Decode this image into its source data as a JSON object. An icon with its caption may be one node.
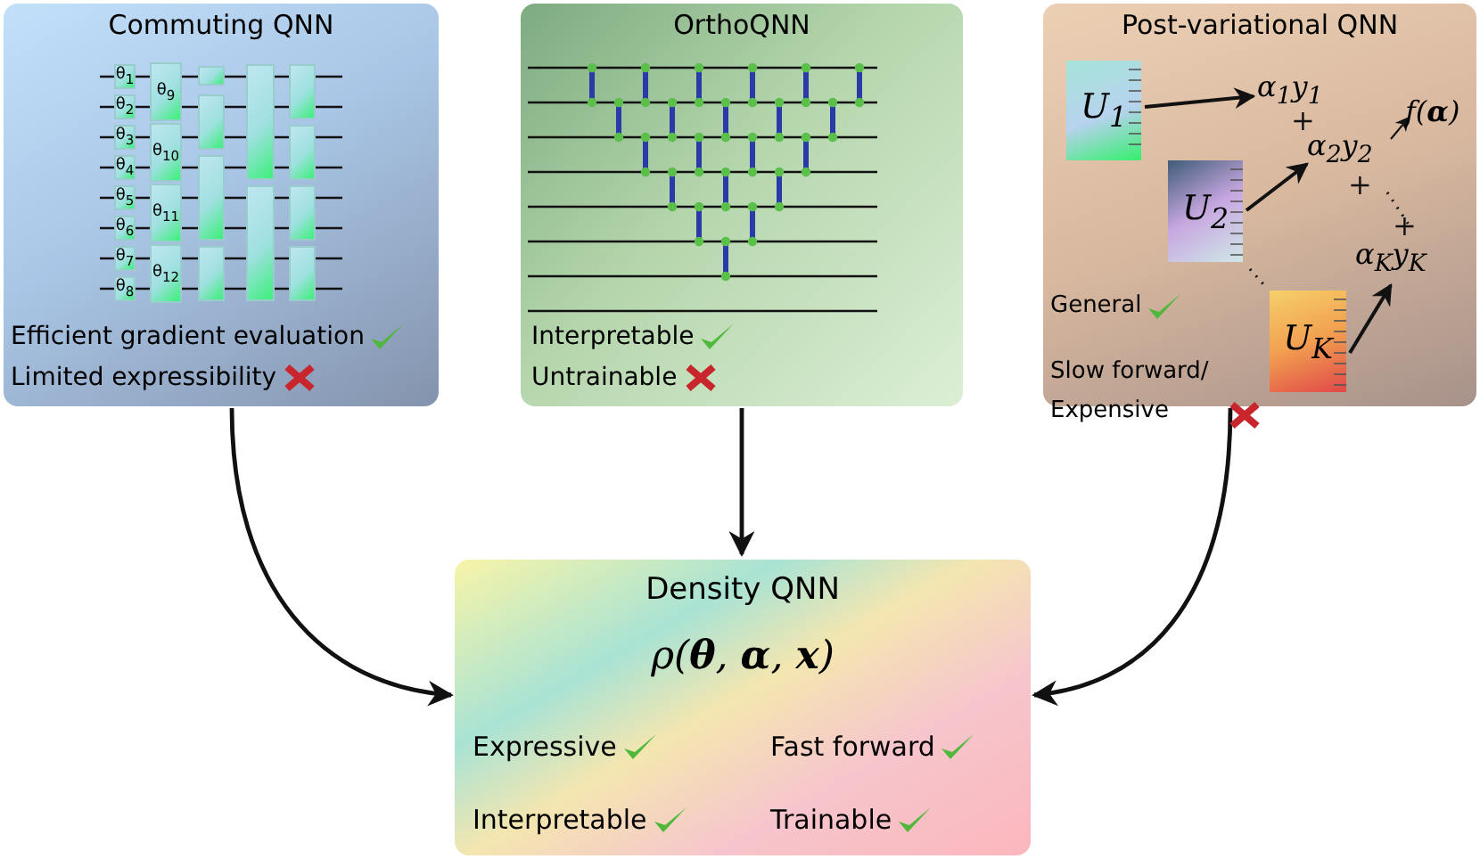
{
  "diagram": {
    "nodes": [
      {
        "text": [
          "Commuting QNN",
          "Efficient gradient evaluation",
          "Limited expressibility"
        ]
      },
      {
        "text": [
          "θ$_{1}$"
        ],
        "in": 0
      },
      {
        "text": [
          "θ$_{2}$"
        ],
        "in": 0
      },
      {
        "text": [
          "θ$_{3}$"
        ],
        "in": 0
      },
      {
        "text": [
          "θ$_{4}$"
        ],
        "in": 0
      },
      {
        "text": [
          "θ$_{5}$"
        ],
        "in": 0
      },
      {
        "text": [
          "θ$_{6}$"
        ],
        "in": 0
      },
      {
        "text": [
          "θ$_{7}$"
        ],
        "in": 0
      },
      {
        "text": [
          "θ$_{8}$"
        ],
        "in": 0
      },
      {
        "text": [
          "θ$_{9}$"
        ],
        "in": 0
      },
      {
        "text": [
          "θ$_{10}$"
        ],
        "in": 0
      },
      {
        "text": [
          "θ$_{11}$"
        ],
        "in": 0
      },
      {
        "text": [
          "θ$_{12}$"
        ],
        "in": 0
      },
      {
        "text": [],
        "shape": "box",
        "in": 0
      },
      {
        "text": [],
        "shape": "box",
        "in": 0
      },
      {
        "text": [],
        "shape": "box",
        "in": 0
      },
      {
        "text": [],
        "shape": "box",
        "in": 0
      },
      {
        "text": [],
        "shape": "box",
        "in": 0
      },
      {
        "text": [],
        "shape": "box",
        "in": 0
      },
      {
        "text": [],
        "shape": "box",
        "in": 0
      },
      {
        "text": [],
        "shape": "box",
        "in": 0
      },
      {
        "text": [],
        "shape": "box",
        "in": 0
      },
      {
        "text": [],
        "shape": "box",
        "in": 0
      },
      {
        "text": [
          "OrthoQNN",
          "Interpretable",
          "Untrainable"
        ]
      },
      {
        "text": [
          "Post-variational QNN",
          "General",
          "Slow forward/ Expensive"
        ]
      },
      {
        "text": [
          "U$_{1}$"
        ],
        "in": 24
      },
      {
        "text": [
          "α$_{1}$y$_{1}$"
        ],
        "in": 24
      },
      {
        "text": [
          "f(**α**)"
        ],
        "in": 24
      },
      {
        "text": [
          "α$_{2}$y$_{2}$"
        ],
        "in": 24
      },
      {
        "text": [
          "U$_{2}$"
        ],
        "in": 24
      },
      {
        "text": [
          "α$_{K}$y$_{K}$"
        ],
        "in": 24
      },
      {
        "text": [
          "U$_{K}$"
        ],
        "in": 24
      },
      {
        "text": [
          "Density QNN",
          "ρ(**θ**, **α**, **x**)",
          "Expressive",
          "Fast forward",
          "Interpretable",
          "Trainable"
        ]
      }
    ],
    "edges": [
      {
        "from": 0,
        "to": 32,
        "arrow": "to"
      },
      {
        "from": 23,
        "to": 32,
        "arrow": "to"
      },
      {
        "from": 24,
        "to": 32,
        "arrow": "to"
      },
      {
        "from": 25,
        "to": 26,
        "arrow": "to"
      },
      {
        "from": 28,
        "to": 27,
        "arrow": "to"
      },
      {
        "from": 29,
        "to": 28,
        "arrow": "to"
      },
      {
        "from": 31,
        "to": 30,
        "arrow": "to"
      }
    ],
    "labels": [
      "+",
      "+",
      "+"
    ]
  }
}
